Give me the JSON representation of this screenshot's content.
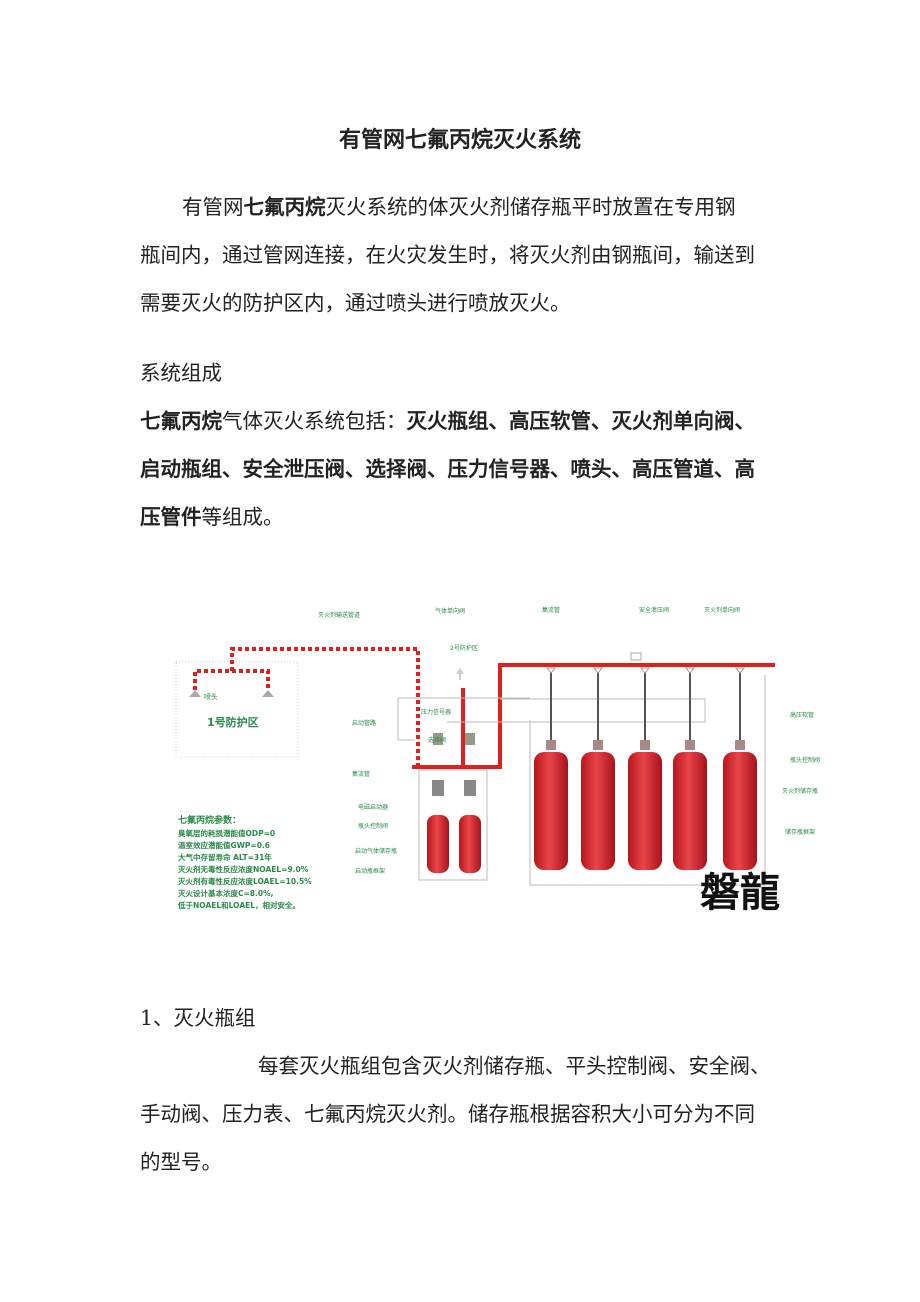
{
  "title": "有管网七氟丙烷灭火系统",
  "intro": {
    "l1a": "有管网",
    "l1b": "七氟丙烷",
    "l1c": "灭火系统的体灭火剂储存瓶平时放置在专用钢",
    "l2": "瓶间内，通过管网连接，在火灾发生时，将灭火剂由钢瓶间，输送到",
    "l3": "需要灭火的防护区内，通过喷头进行喷放灭火。"
  },
  "section_heading": "系统组成",
  "components": {
    "l1a": "七氟丙烷",
    "l1b": "气体灭火系统包括：",
    "l1c": "灭火瓶组、高压软管、灭火剂单向阀、",
    "l2": "启动瓶组、安全泄压阀、选择阀、压力信号器、喷头、高压管道、高",
    "l3a": "压管件",
    "l3b": "等组成。"
  },
  "diagram": {
    "labels": {
      "delivery_pipe": "灭火剂输送管道",
      "gas_check_valve": "气体单向阀",
      "zone2": "2号防护区",
      "nozzle": "喷头",
      "zone1": "1号防护区",
      "start_pipe": "启动管路",
      "pressure_switch": "压力信号器",
      "selector_valve": "选择阀",
      "manifold_left": "集流管",
      "solenoid": "电磁启动器",
      "head_valve_left": "瓶头控制阀",
      "start_bottle": "启动气体储存瓶",
      "start_frame": "启动瓶框架",
      "manifold": "集流管",
      "relief_valve": "安全泄压阀",
      "agent_check_valve": "灭火剂单向阀",
      "hose": "高压软管",
      "head_valve": "瓶头控制阀",
      "agent_bottle": "灭火剂储存瓶",
      "bottle_frame": "储存瓶框架"
    },
    "params": {
      "heading": "七氟丙烷参数：",
      "lines": [
        "臭氧层的耗损潜能值ODP=0",
        "温室效应潜能值GWP=0.6",
        "大气中存留寿命 ALT=31年",
        "灭火剂无毒性反应浓度NOAEL=9.0%",
        "灭火剂有毒性反应浓度LOAEL=10.5%",
        "灭火设计基本浓度C=8.0%,",
        "低于NOAEL和LOAEL，相对安全。"
      ]
    },
    "logo": "磐龍",
    "colors": {
      "pipe": "#e0201e",
      "bottle": "#d8262a",
      "label": "#2a8a4a"
    }
  },
  "section1": {
    "heading": "1、灭火瓶组",
    "l1": "每套灭火瓶组包含灭火剂储存瓶、平头控制阀、安全阀、",
    "l2": "手动阀、压力表、七氟丙烷灭火剂。储存瓶根据容积大小可分为不同",
    "l3": "的型号。"
  }
}
